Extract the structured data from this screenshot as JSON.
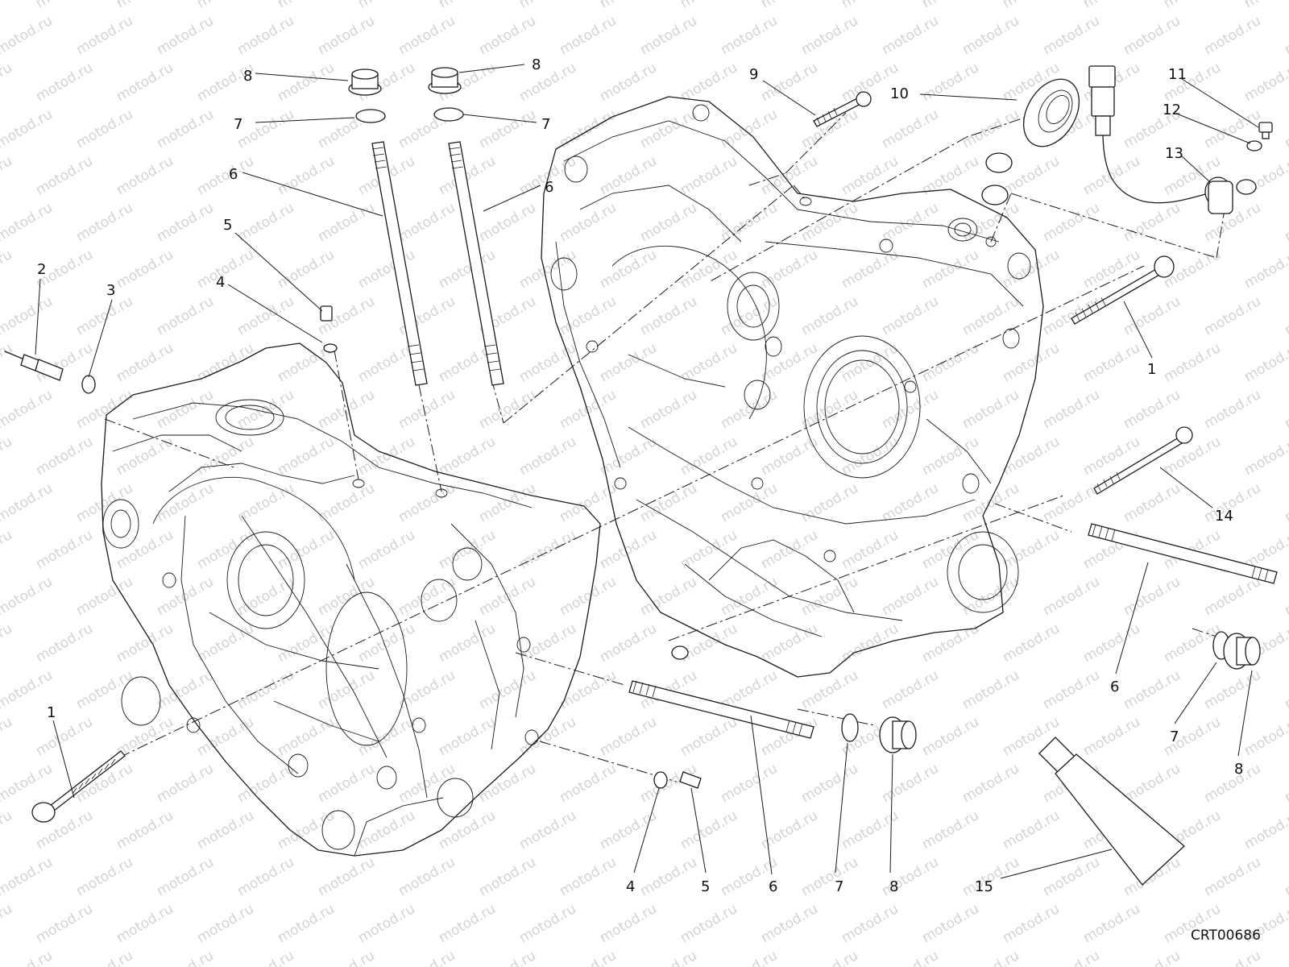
{
  "diagram": {
    "reference_code": "CRT00686",
    "watermark_text": "motod.ru",
    "parts": [
      {
        "id": "p1a",
        "number": "1"
      },
      {
        "id": "p1b",
        "number": "1"
      },
      {
        "id": "p2",
        "number": "2"
      },
      {
        "id": "p3",
        "number": "3"
      },
      {
        "id": "p4a",
        "number": "4"
      },
      {
        "id": "p4b",
        "number": "4"
      },
      {
        "id": "p5a",
        "number": "5"
      },
      {
        "id": "p5b",
        "number": "5"
      },
      {
        "id": "p6a",
        "number": "6"
      },
      {
        "id": "p6b",
        "number": "6"
      },
      {
        "id": "p6c",
        "number": "6"
      },
      {
        "id": "p6d",
        "number": "6"
      },
      {
        "id": "p7a",
        "number": "7"
      },
      {
        "id": "p7b",
        "number": "7"
      },
      {
        "id": "p7c",
        "number": "7"
      },
      {
        "id": "p7d",
        "number": "7"
      },
      {
        "id": "p8a",
        "number": "8"
      },
      {
        "id": "p8b",
        "number": "8"
      },
      {
        "id": "p8c",
        "number": "8"
      },
      {
        "id": "p8d",
        "number": "8"
      },
      {
        "id": "p9",
        "number": "9"
      },
      {
        "id": "p10",
        "number": "10"
      },
      {
        "id": "p11",
        "number": "11"
      },
      {
        "id": "p12",
        "number": "12"
      },
      {
        "id": "p13",
        "number": "13"
      },
      {
        "id": "p14",
        "number": "14"
      },
      {
        "id": "p15",
        "number": "15"
      }
    ]
  }
}
